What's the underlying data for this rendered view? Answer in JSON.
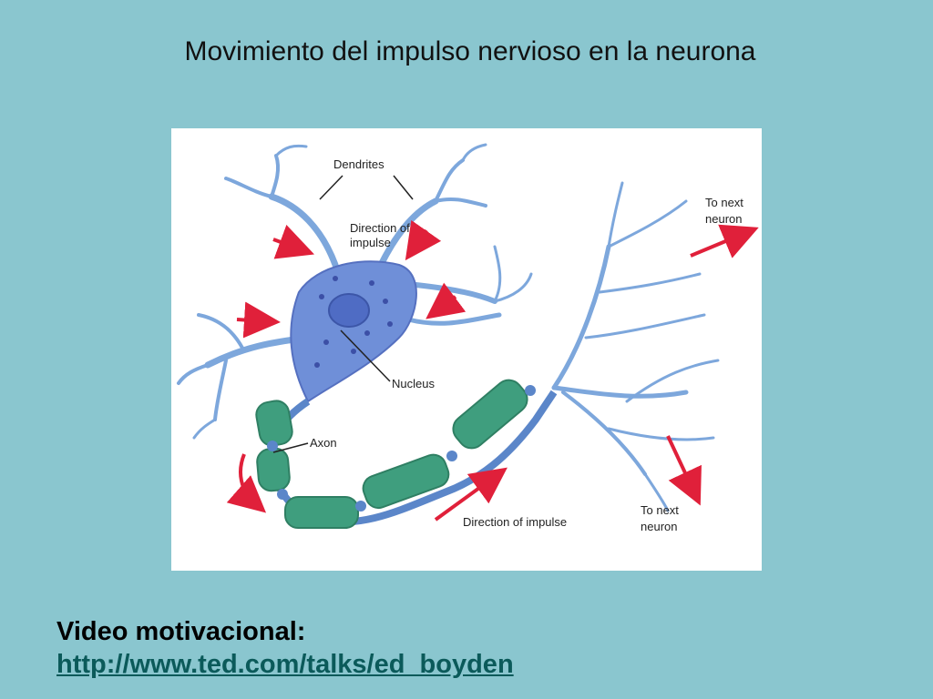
{
  "slide": {
    "title": "Movimiento del impulso nervioso en la neurona"
  },
  "diagram": {
    "labels": {
      "dendrites": "Dendrites",
      "direction_top_1": "Direction of",
      "direction_top_2": "impulse",
      "nucleus": "Nucleus",
      "axon": "Axon",
      "direction_bottom": "Direction of impulse",
      "next_top_1": "To next",
      "next_top_2": "neuron",
      "next_bottom_1": "To next",
      "next_bottom_2": "neuron"
    },
    "colors": {
      "neuron_body": "#6f8fd8",
      "dendrite": "#7da7dc",
      "myelin": "#3f9e7e",
      "arrow": "#e0203a"
    }
  },
  "footer": {
    "label": "Video motivacional:",
    "link": "http://www.ted.com/talks/ed_boyden"
  }
}
